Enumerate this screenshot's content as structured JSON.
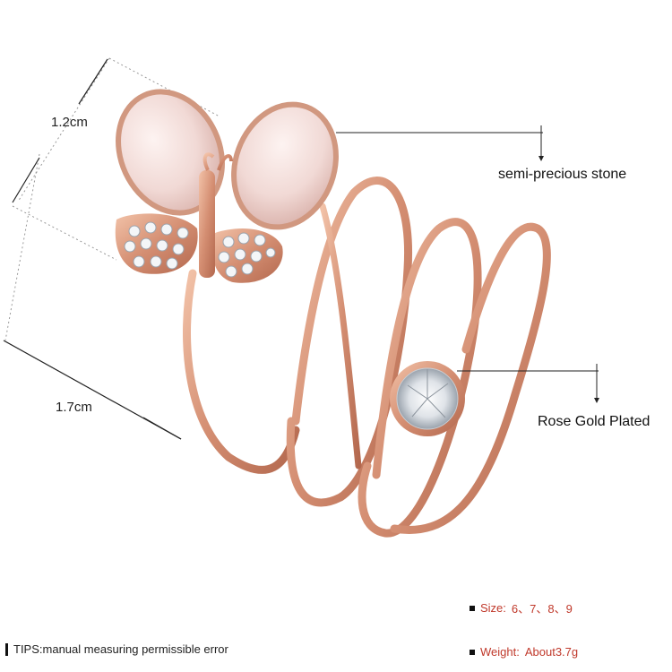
{
  "dimensions": {
    "width_label": "1.2cm",
    "length_label": "1.7cm"
  },
  "callouts": {
    "stone": "semi-precious stone",
    "plating": "Rose Gold Plated"
  },
  "specs": {
    "size_key": "Size:",
    "size_value": "6、7、8、9",
    "weight_key": "Weight:",
    "weight_value": "About3.7g"
  },
  "tips": "TIPS:manual measuring permissible error",
  "colors": {
    "rose_gold": "#d9967a",
    "rose_gold_dark": "#b86e55",
    "opal": "#f3dfdc",
    "accent_text": "#c0392b"
  }
}
